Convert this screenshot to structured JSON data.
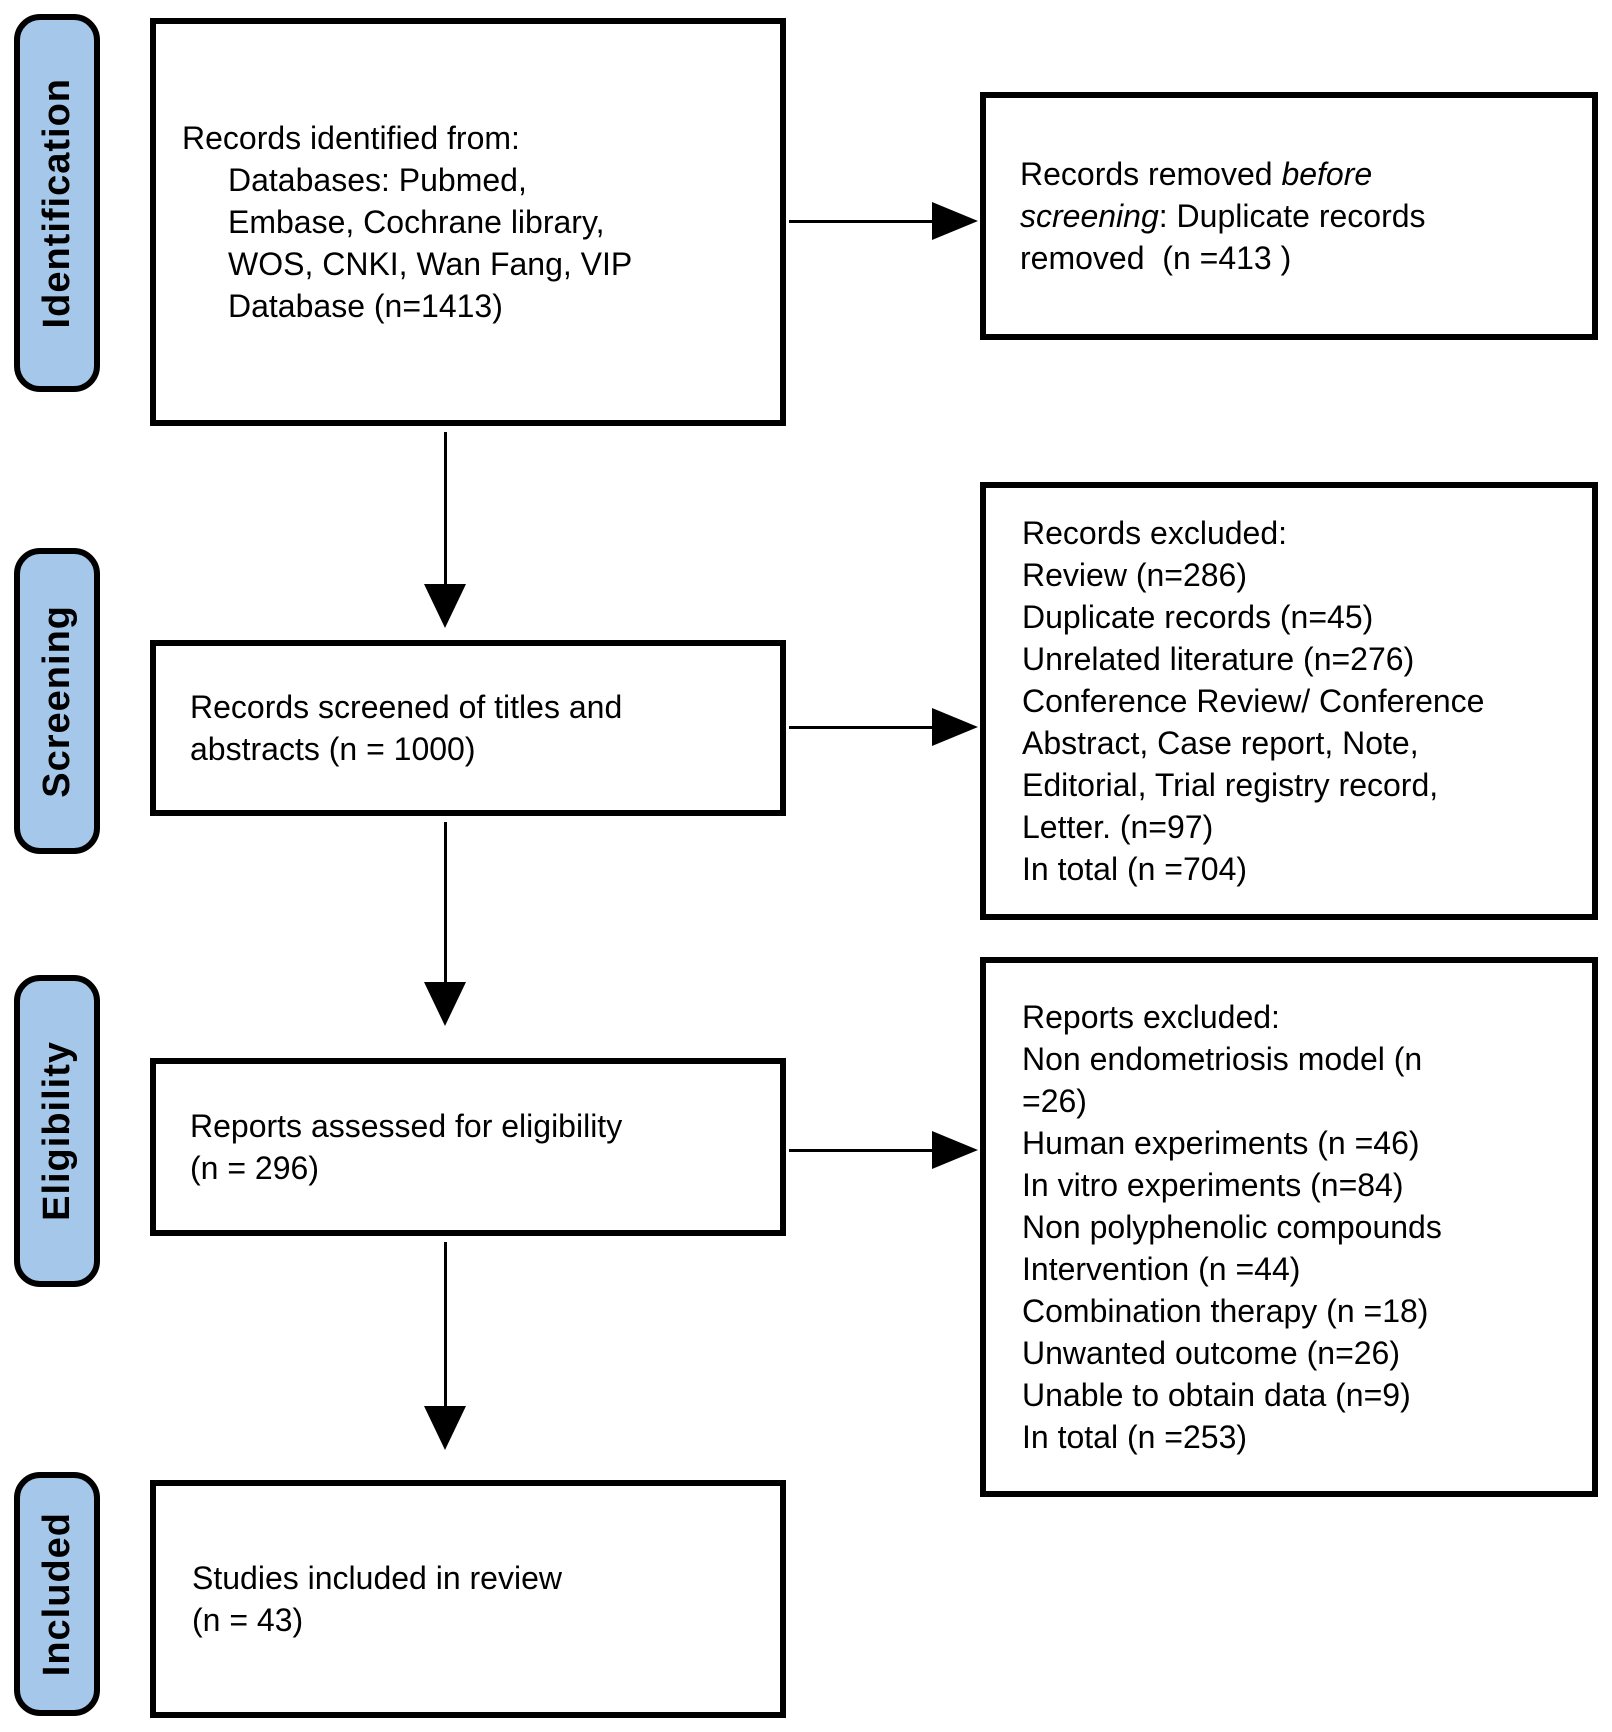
{
  "colors": {
    "label_fill": "#a5c8ea",
    "stroke": "#000000"
  },
  "side_labels": {
    "identification": "Identification",
    "screening": "Screening",
    "eligibility": "Eligibility",
    "included": "Included"
  },
  "boxes": {
    "identified": {
      "lines": [
        "Records identified from:",
        "Databases: Pubmed,",
        "Embase, Cochrane library,",
        "WOS, CNKI, Wan Fang, VIP",
        "Database (n=1413)"
      ]
    },
    "removed": {
      "line1_normal": "Records removed ",
      "line1_italic": "before",
      "line2_italic": "screening",
      "line2_normal": ": Duplicate records",
      "line3": "removed  (n =413 )"
    },
    "screened": {
      "lines": [
        "Records screened of titles and",
        "abstracts (n = 1000)"
      ]
    },
    "records_excluded": {
      "lines": [
        "Records excluded:",
        "Review (n=286)",
        "Duplicate records (n=45)",
        "Unrelated literature (n=276)",
        "Conference Review/ Conference",
        "Abstract, Case report, Note,",
        "Editorial, Trial registry record,",
        "Letter. (n=97)",
        "In total (n =704)"
      ]
    },
    "assessed": {
      "lines": [
        "Reports assessed for eligibility",
        "(n = 296)"
      ]
    },
    "reports_excluded": {
      "lines": [
        "Reports excluded:",
        "Non endometriosis model (n",
        "=26)",
        "Human experiments (n =46)",
        "In vitro experiments (n=84)",
        "Non polyphenolic compounds",
        "Intervention (n =44)",
        "Combination therapy (n =18)",
        "Unwanted outcome (n=26)",
        "Unable to obtain data (n=9)",
        "In total (n =253)"
      ]
    },
    "included_box": {
      "lines": [
        "Studies included in review",
        "(n = 43)"
      ]
    }
  }
}
